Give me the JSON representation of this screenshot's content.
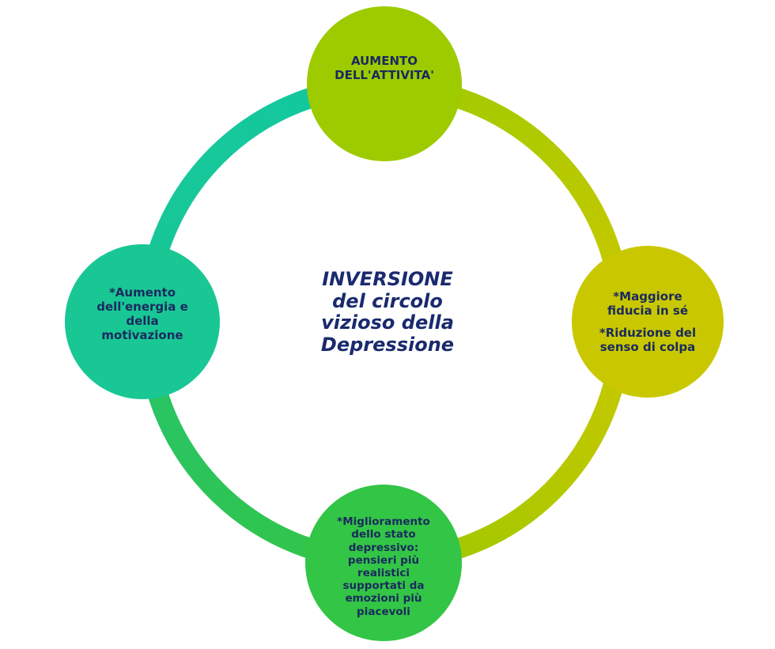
{
  "center": {
    "title": "INVERSIONE\ndel circolo\nvizioso della\nDepressione"
  },
  "nodes": {
    "top": {
      "text": "AUMENTO\nDELL'ATTIVITA'"
    },
    "right": {
      "line1": "*Maggiore\nfiducia in sé",
      "line2": "*Riduzione del\nsenso di colpa"
    },
    "bottom": {
      "text": "*Miglioramento\ndello stato\ndepressivo:\npensieri più\nrealistici\nsupportati da\nemozioni più\npiacevoli"
    },
    "left": {
      "text": "*Aumento\ndell'energia e\ndella\nmotivazione"
    }
  },
  "colors": {
    "top": "#9dcb00",
    "right": "#c9c800",
    "bottom": "#33c545",
    "left": "#19c795",
    "text": "#1a2a5e"
  }
}
